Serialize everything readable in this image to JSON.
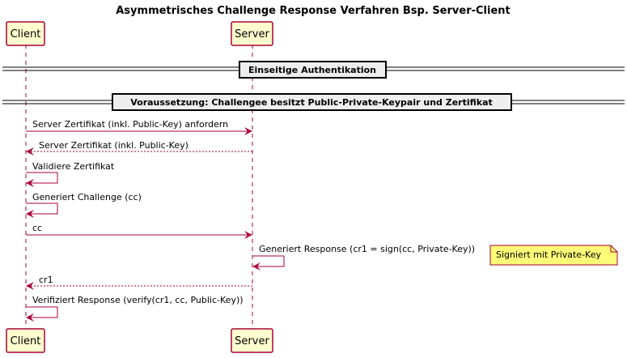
{
  "title": "Asymmetrisches Challenge Response Verfahren Bsp. Server-Client",
  "participants": [
    {
      "id": "client",
      "label": "Client"
    },
    {
      "id": "server",
      "label": "Server"
    }
  ],
  "dividers": [
    {
      "label": "Einseitige Authentikation"
    },
    {
      "label": "Voraussetzung: Challengee besitzt Public-Private-Keypair und Zertifikat"
    }
  ],
  "messages": [
    {
      "from": "client",
      "to": "server",
      "style": "solid",
      "label": "Server Zertifikat (inkl. Public-Key) anfordern"
    },
    {
      "from": "server",
      "to": "client",
      "style": "dashed",
      "label": "Server Zertifikat (inkl. Public-Key)"
    },
    {
      "from": "client",
      "to": "client",
      "style": "solid",
      "label": "Validiere Zertifikat"
    },
    {
      "from": "client",
      "to": "client",
      "style": "solid",
      "label": "Generiert Challenge (cc)"
    },
    {
      "from": "client",
      "to": "server",
      "style": "solid",
      "label": "cc"
    },
    {
      "from": "server",
      "to": "server",
      "style": "solid",
      "label": "Generiert Response (cr1 = sign(cc, Private-Key))"
    },
    {
      "from": "server",
      "to": "client",
      "style": "dashed",
      "label": "cr1"
    },
    {
      "from": "client",
      "to": "client",
      "style": "solid",
      "label": "Verifiziert Response (verify(cr1, cc, Public-Key))"
    }
  ],
  "note": {
    "label": "Signiert mit Private-Key"
  },
  "colors": {
    "arrow": "#a80036",
    "participant_fill": "#fefece",
    "participant_border": "#a80036",
    "lifeline": "#a80036",
    "note_fill": "#fbfb77",
    "divider_fill": "#eeeeee"
  }
}
